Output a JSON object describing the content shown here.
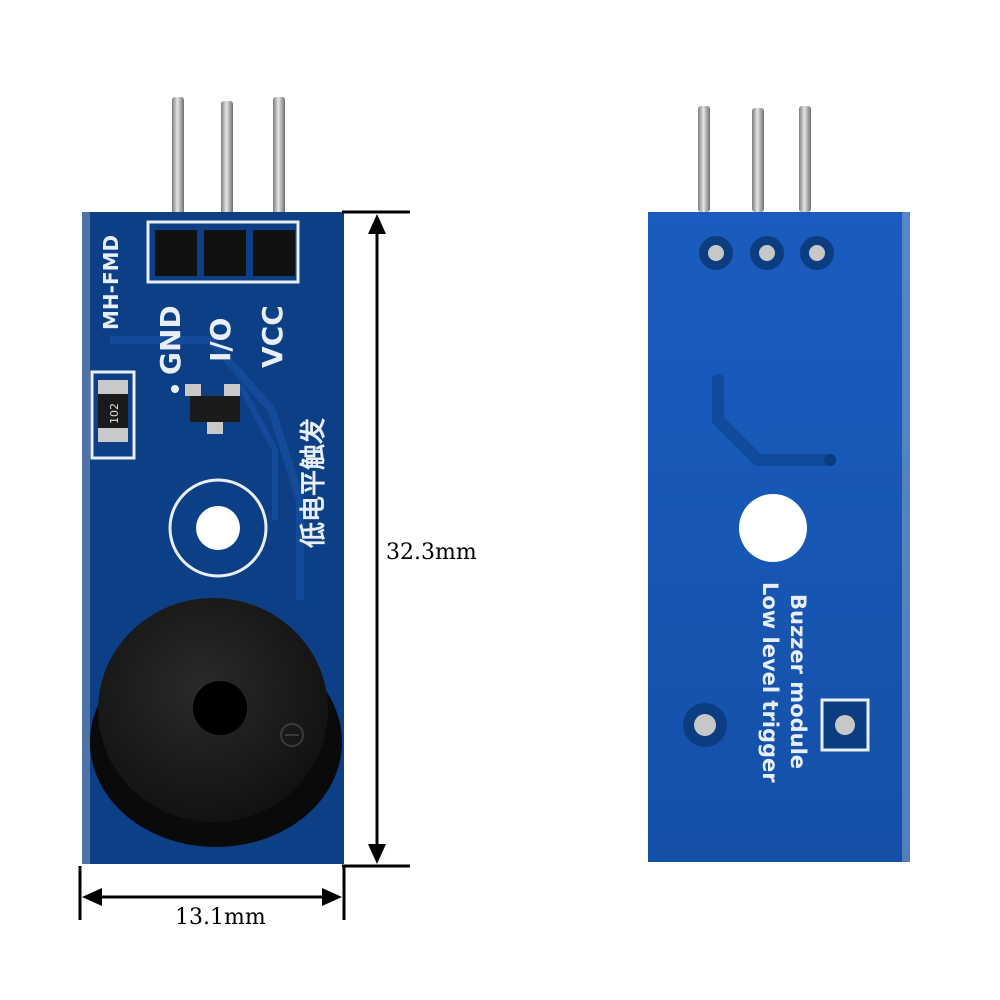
{
  "front": {
    "model_label": "MH-FMD",
    "pin_labels": [
      "GND",
      "I/O",
      "VCC"
    ],
    "resistor_code": "102",
    "chinese_label": "低电平触发"
  },
  "back": {
    "line1": "Buzzer module",
    "line2": "Low level trigger"
  },
  "dimensions": {
    "height_label": "32.3mm",
    "width_label": "13.1mm"
  },
  "colors": {
    "pcb_front": "#0d3f86",
    "pcb_back": "#1757b5",
    "buzzer": "#151515",
    "pins": "#b9b9b9"
  }
}
